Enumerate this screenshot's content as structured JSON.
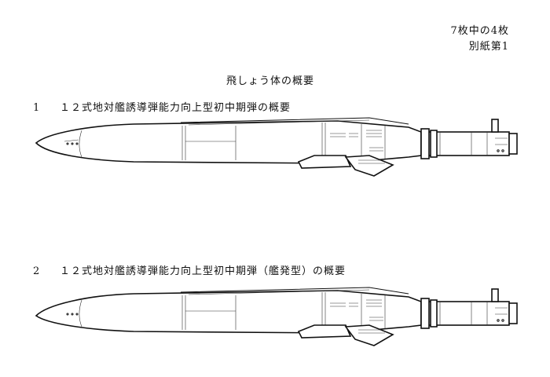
{
  "header": {
    "page_count": "7枚中の4枚",
    "attachment": "別紙第1"
  },
  "title": "飛しょう体の概要",
  "sections": [
    {
      "number": "1",
      "heading": "１２式地対艦誘導弾能力向上型初中期弾の概要"
    },
    {
      "number": "2",
      "heading": "１２式地対艦誘導弾能力向上型初中期弾（艦発型）の概要"
    }
  ]
}
